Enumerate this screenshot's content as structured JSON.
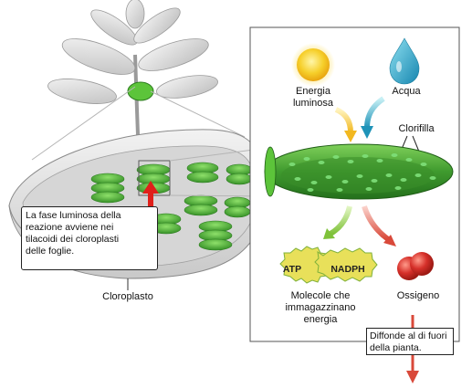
{
  "labels": {
    "energia_line1": "Energia",
    "energia_line2": "luminosa",
    "acqua": "Acqua",
    "clorofilla": "Clorifilla",
    "cloroplasto": "Cloroplasto",
    "molecole_line1": "Molecole che",
    "molecole_line2": "immagazzinano",
    "molecole_line3": "energia",
    "ossigeno": "Ossigeno"
  },
  "badges": {
    "atp": "ATP",
    "nadph": "NADPH"
  },
  "note": {
    "line1": "La fase luminosa della",
    "line2": "reazione avviene nei",
    "line3": "tilacoidi dei cloroplasti",
    "line4": "delle foglie."
  },
  "diffonde": {
    "line1": "Diffonde al di fuori",
    "line2": "della pianta."
  },
  "colors": {
    "chloroplast_green": "#3f9a2e",
    "thylakoid_green": "#4fb13a",
    "sun_yellow": "#f5c518",
    "water_blue": "#2aa0c8",
    "oxygen_red": "#d6302a",
    "arrow_red": "#d9493a",
    "badge_yellow": "#e8e05a",
    "arrow_green": "#8cc63f"
  }
}
